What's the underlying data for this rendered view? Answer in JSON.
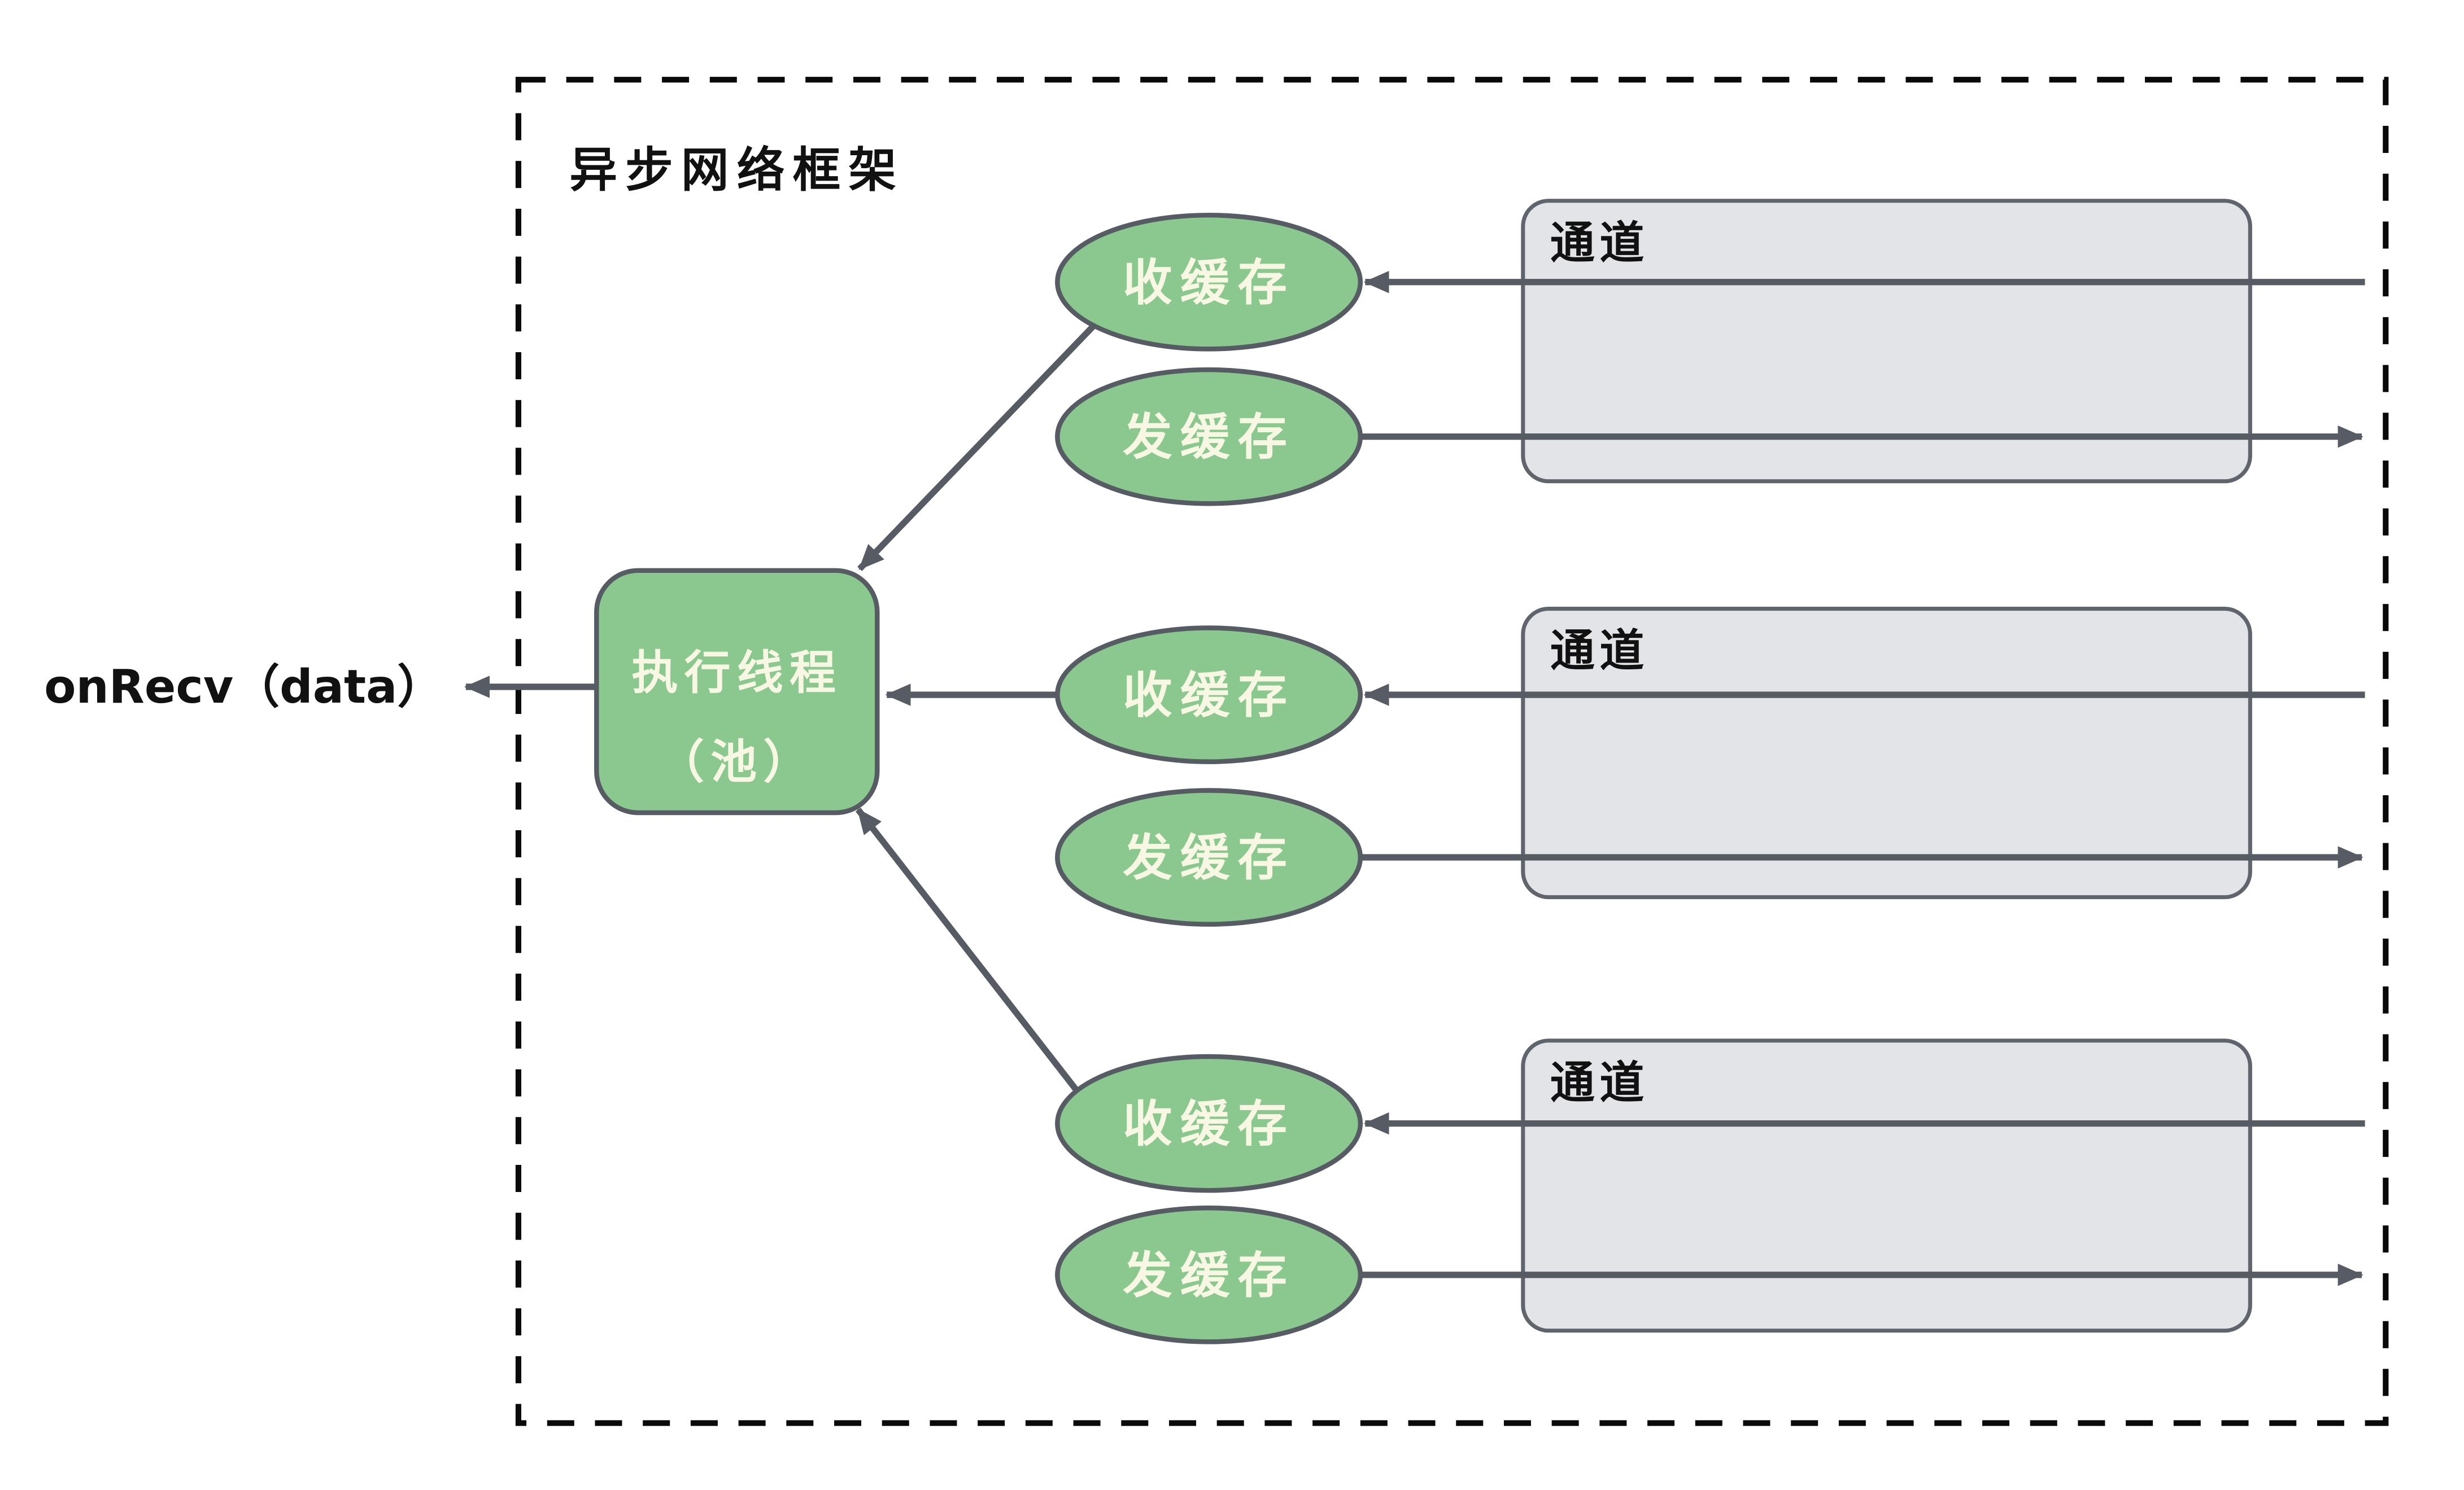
{
  "palette": {
    "node_green": "#8bc88f",
    "node_text_cream": "#f8f7e3",
    "arrow_gray": "#565b64",
    "channel_fill": "#e3e4e8",
    "channel_border": "#60646c",
    "frame_black": "#0a0a0a",
    "background": "#ffffff"
  },
  "diagram": {
    "frame_title": "异步网络框架",
    "callback_label": "onRecv（data）",
    "executor": {
      "line1": "执行线程",
      "line2": "（池）"
    },
    "connections": [
      {
        "recv_label": "收缓存",
        "send_label": "发缓存",
        "channel_label": "通道"
      },
      {
        "recv_label": "收缓存",
        "send_label": "发缓存",
        "channel_label": "通道"
      },
      {
        "recv_label": "收缓存",
        "send_label": "发缓存",
        "channel_label": "通道"
      }
    ]
  }
}
